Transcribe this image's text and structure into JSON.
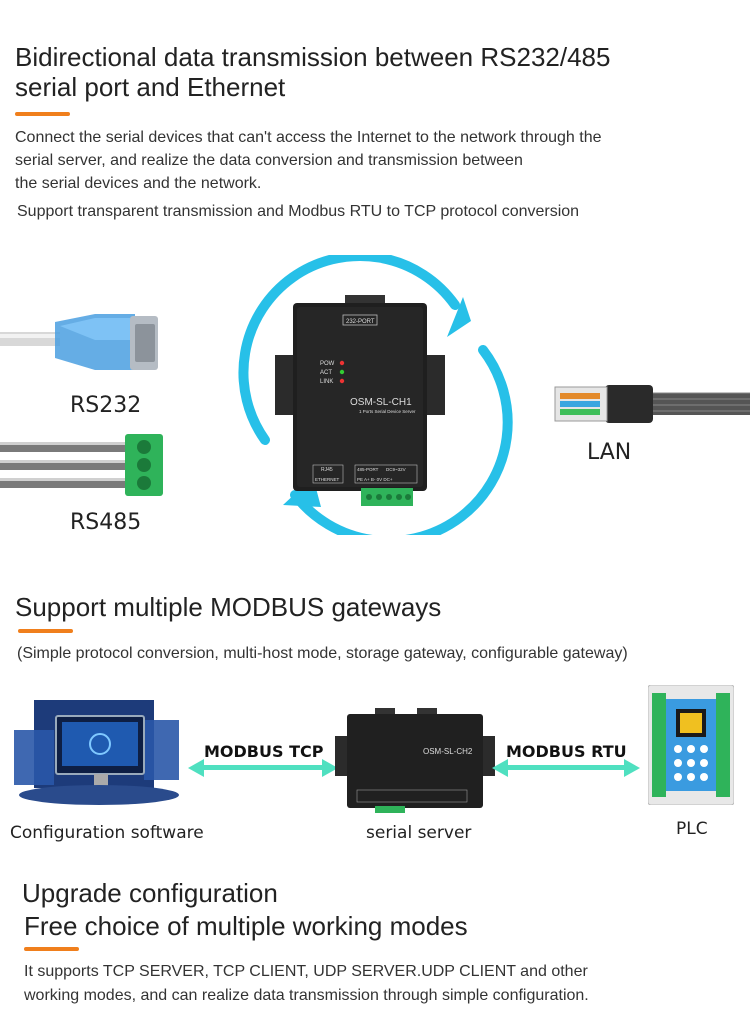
{
  "section1": {
    "title_line1": "Bidirectional data transmission between RS232/485",
    "title_line2": "serial port and Ethernet",
    "desc_line1": "Connect the serial devices that can't access the Internet to the network through the",
    "desc_line2": "serial server, and realize the data conversion and transmission between",
    "desc_line3": "the serial devices and the network.",
    "desc_line4": "Support transparent transmission and Modbus RTU to TCP protocol conversion",
    "label_rs232": "RS232",
    "label_rs485": "RS485",
    "label_lan": "LAN",
    "device": {
      "model": "OSM-SL-CH1",
      "subtitle": "1 Ports Serial Device Server",
      "port_label": "232-PORT",
      "led_pow": "POW",
      "led_act": "ACT",
      "led_link": "LINK",
      "rj45": "RJ45",
      "ethernet": "ETHERNET",
      "port485": "485-PORT",
      "power": "DC9~32V",
      "pins": "PE  A+  B-  0V  DC+"
    }
  },
  "section2": {
    "title": "Support multiple MODBUS gateways",
    "desc": "(Simple protocol conversion, multi-host mode, storage gateway, configurable gateway)",
    "label_tcp": "MODBUS TCP",
    "label_rtu": "MODBUS RTU",
    "label_software": "Configuration software",
    "label_server": "serial server",
    "label_plc": "PLC",
    "device_model": "OSM-SL-CH2"
  },
  "section3": {
    "title_line1": "Upgrade configuration",
    "title_line2": "Free choice of multiple working modes",
    "desc_line1": "It supports TCP SERVER, TCP CLIENT, UDP SERVER.UDP CLIENT and other",
    "desc_line2": "working modes, and can realize data transmission through simple configuration."
  },
  "colors": {
    "accent": "#f07f1c",
    "arrow_cyan": "#27c0e8",
    "green_arrow": "#4fe0c0",
    "terminal_green": "#2fb35a"
  }
}
